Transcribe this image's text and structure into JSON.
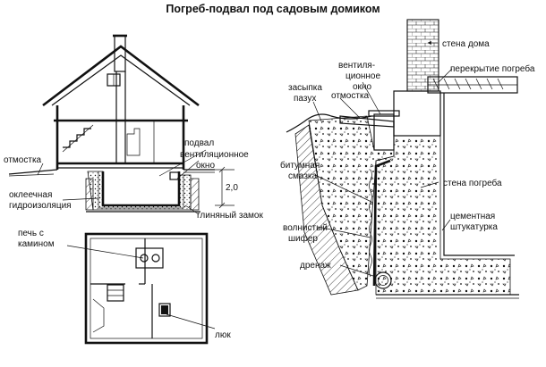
{
  "title": "Погреб-подвал под садовым домиком",
  "section_left": {
    "labels": {
      "otmostka": "отмостка",
      "hydro": "оклеечная гидроизоляция",
      "podval": "подвал",
      "vent": "вентиляционное окно",
      "clay_lock": "глиняный замок",
      "height": "2,0"
    }
  },
  "plan": {
    "labels": {
      "stove": "печь с камином",
      "hatch": "люк"
    }
  },
  "detail": {
    "labels": {
      "house_wall": "стена дома",
      "floor": "перекрытие погреба",
      "vent": "вентиля-ционное окно",
      "backfill": "засыпка пазух",
      "otmostka": "отмостка",
      "bitumen": "битумная смазка",
      "cellar_wall": "стена погреба",
      "plaster": "цементная штукатурка",
      "slate": "волнистый шифер",
      "drain": "дренаж"
    }
  },
  "colors": {
    "ink": "#111111",
    "background": "#ffffff"
  }
}
